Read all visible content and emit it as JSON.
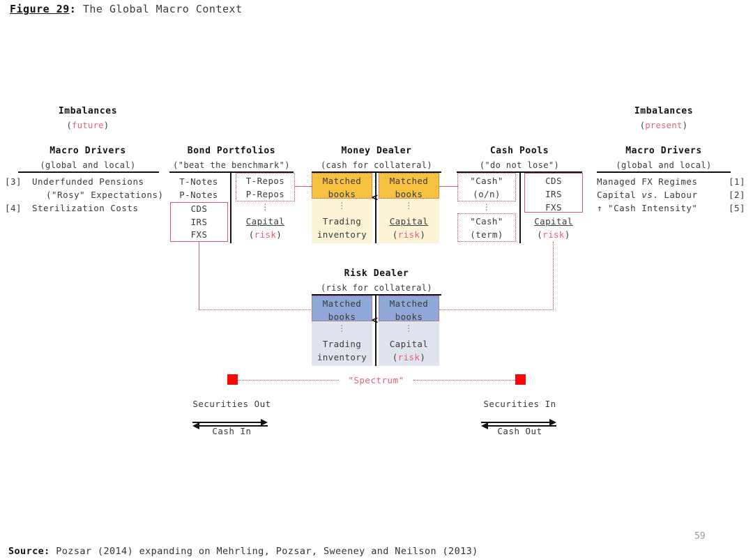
{
  "figure": {
    "number": "Figure 29",
    "colon": ":",
    "title": "The Global Macro Context"
  },
  "imbalances_left": {
    "title": "Imbalances",
    "qualifier_open": "(",
    "qualifier": "future",
    "qualifier_close": ")"
  },
  "imbalances_right": {
    "title": "Imbalances",
    "qualifier_open": "(",
    "qualifier": "present",
    "qualifier_close": ")"
  },
  "macro_drivers_left": {
    "title": "Macro Drivers",
    "subtitle": "(global and local)",
    "rows": [
      {
        "tag": "[3]",
        "text": "Underfunded Pensions"
      },
      {
        "tag": "",
        "text": "(\"Rosy\" Expectations)"
      },
      {
        "tag": "[4]",
        "text": "Sterilization Costs"
      }
    ]
  },
  "macro_drivers_right": {
    "title": "Macro Drivers",
    "subtitle": "(global and local)",
    "rows": [
      {
        "text": "Managed FX Regimes",
        "tag": "[1]"
      },
      {
        "text_pre": "Capital ",
        "text_em": "vs",
        "text_post": ". Labour",
        "tag": "[2]"
      },
      {
        "text": "↑ \"Cash Intensity\"",
        "tag": "[5]"
      }
    ]
  },
  "bond_portfolios": {
    "title": "Bond Portfolios",
    "subtitle": "(\"beat the benchmark\")",
    "assets": [
      "T-Notes",
      "P-Notes"
    ],
    "asset_box": [
      "CDS",
      "IRS",
      "FXS"
    ],
    "liab_box": [
      "T-Repos",
      "P-Repos"
    ],
    "dots": "⋮",
    "capital": "Capital",
    "capital_qualifier_open": "(",
    "capital_qualifier": "risk",
    "capital_qualifier_close": ")"
  },
  "money_dealer": {
    "title": "Money Dealer",
    "subtitle": "(cash for collateral)",
    "left_box_line1": "Matched",
    "left_box_line2": "books",
    "right_box_line1": "Matched",
    "right_box_line2": "books",
    "dots": "⋮",
    "left_lower_line1": "Trading",
    "left_lower_line2": "inventory",
    "right_lower": "Capital",
    "right_lower_qualifier_open": "(",
    "right_lower_qualifier": "risk",
    "right_lower_qualifier_close": ")",
    "comparator": "<"
  },
  "cash_pools": {
    "title": "Cash Pools",
    "subtitle": "(\"do not lose\")",
    "box1_line1": "\"Cash\"",
    "box1_line2": "(o/n)",
    "dots": "⋮",
    "box2_line1": "\"Cash\"",
    "box2_line2": "(term)",
    "right_box": [
      "CDS",
      "IRS",
      "FXS"
    ],
    "capital": "Capital",
    "capital_qualifier_open": "(",
    "capital_qualifier": "risk",
    "capital_qualifier_close": ")"
  },
  "risk_dealer": {
    "title": "Risk Dealer",
    "subtitle": "(risk for collateral)",
    "left_box_line1": "Matched",
    "left_box_line2": "books",
    "right_box_line1": "Matched",
    "right_box_line2": "books",
    "dots": "⋮",
    "left_lower_line1": "Trading",
    "left_lower_line2": "inventory",
    "right_lower": "Capital",
    "right_lower_qualifier_open": "(",
    "right_lower_qualifier": "risk",
    "right_lower_qualifier_close": ")",
    "comparator": "<"
  },
  "spectrum": {
    "label": "\"Spectrum\""
  },
  "flows": {
    "left_top": "Securities Out",
    "left_bottom": "Cash In",
    "right_top": "Securities In",
    "right_bottom": "Cash Out"
  },
  "footer": {
    "source_label": "Source",
    "source_colon": ":",
    "source_text": " Pozsar (2014) expanding on Mehrling, Pozsar, Sweeney and Neilson (2013)",
    "page_number": "59"
  },
  "colors": {
    "gold": "#f7c23f",
    "cream": "#fdf3d7",
    "blue": "#8fa8d8",
    "pale_blue": "#dfe4ef",
    "red_accent": "#c9607a",
    "bright_red": "#fb0707",
    "pink_text": "#e8607a"
  }
}
